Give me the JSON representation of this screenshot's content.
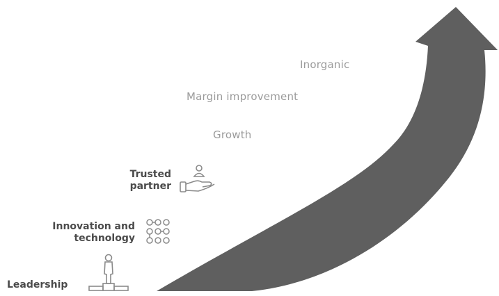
{
  "diagram": {
    "stages_upper": {
      "inorganic": "Inorganic",
      "margin_improvement": "Margin improvement",
      "growth": "Growth"
    },
    "stages_lower": {
      "trusted_partner": {
        "line1": "Trusted",
        "line2": "partner",
        "icon": "hand-person-icon"
      },
      "innovation_technology": {
        "line1": "Innovation and",
        "line2": "technology",
        "icon": "circles-grid-icon"
      },
      "leadership": {
        "line1": "Leadership",
        "icon": "podium-figure-icon"
      }
    },
    "colors": {
      "arrow": "#5f5f5f",
      "grey_text": "#9b9b9b",
      "dark_text": "#4b4b4b",
      "icon_stroke": "#8a8a8a"
    }
  }
}
